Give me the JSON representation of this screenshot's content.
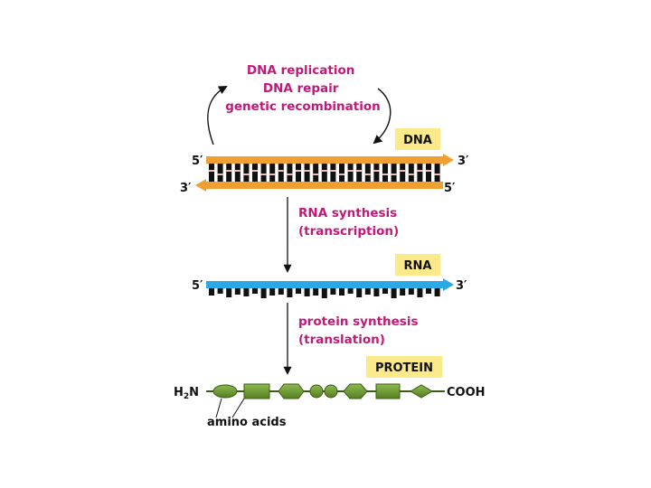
{
  "processes": {
    "replication_lines": [
      "DNA replication",
      "DNA repair",
      "genetic recombination"
    ],
    "transcription_lines": [
      "RNA synthesis",
      "(transcription)"
    ],
    "translation_lines": [
      "protein synthesis",
      "(translation)"
    ]
  },
  "molecules": {
    "dna": "DNA",
    "rna": "RNA",
    "protein": "PROTEIN"
  },
  "dna_strand": {
    "top_left": "5′",
    "top_right": "3′",
    "bottom_left": "3′",
    "bottom_right": "5′"
  },
  "rna_strand": {
    "left": "5′",
    "right": "3′"
  },
  "protein_chain": {
    "n_terminus": "H2N",
    "c_terminus": "COOH",
    "residue_label": "amino acids"
  },
  "colors": {
    "process_text": "#c2187a",
    "dna_strand": "#f0a030",
    "rna_strand": "#2ba8e6",
    "label_box": "#fbe98a",
    "amino_acid": "#6a9a2e",
    "base_pair": "#111111"
  }
}
